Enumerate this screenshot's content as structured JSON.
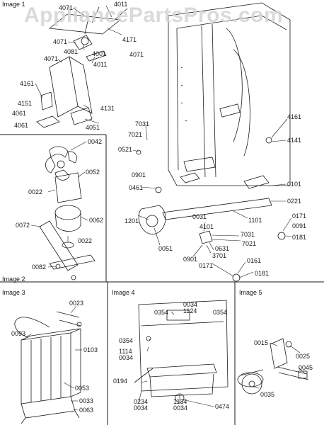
{
  "watermark": "AppliancePartsPros.com",
  "images": {
    "image1": "Image 1",
    "image2": "Image 2",
    "image3": "Image 3",
    "image4": "Image 4",
    "image5": "Image 5"
  },
  "labels": {
    "l4071a": "4071",
    "l4011a": "4011",
    "l4071b": "4071",
    "l4081": "4081",
    "l4001": "4001",
    "l4171": "4171",
    "l4071c": "4071",
    "l4071d": "4071",
    "l4011b": "4011",
    "l4161a": "4161",
    "l4151": "4151",
    "l4061a": "4061",
    "l4061b": "4061",
    "l4131": "4131",
    "l4051": "4051",
    "l7031a": "7031",
    "l7021a": "7021",
    "l0521": "0521",
    "l0901a": "0901",
    "l0461": "0461",
    "l4161b": "4161",
    "l4141": "4141",
    "l0101": "0101",
    "l0221": "0221",
    "l0031": "0031",
    "l1201": "1201",
    "l4101": "4101",
    "l1101": "1101",
    "l0171a": "0171",
    "l0091": "0091",
    "l0181a": "0181",
    "l7031b": "7031",
    "l0631": "0631",
    "l7021b": "7021",
    "l0051": "0051",
    "l0901b": "0901",
    "l3701": "3701",
    "l0161": "0161",
    "l0171b": "0171",
    "l0181b": "0181",
    "l0042": "0042",
    "l0052": "0052",
    "l0022a": "0022",
    "l0072": "0072",
    "l0062": "0062",
    "l0022b": "0022",
    "l0082": "0082",
    "l0023": "0023",
    "l0093": "0093",
    "l0103": "0103",
    "l0053": "0053",
    "l0033": "0033",
    "l0063": "0063",
    "l0354a": "0354",
    "l0034a": "0034",
    "l1124": "1124",
    "l0354b": "0354",
    "l0354c": "0354",
    "l1114": "1114",
    "l0034b": "0034",
    "l0194": "0194",
    "l0234": "0234",
    "l0034c": "0034",
    "l1134": "1134",
    "l0034d": "0034",
    "l0474": "0474",
    "l0015": "0015",
    "l0025": "0025",
    "l0045": "0045",
    "l0035": "0035"
  },
  "colors": {
    "line": "#1a1a1a",
    "watermark": "#d4d4d4",
    "background": "#ffffff"
  }
}
